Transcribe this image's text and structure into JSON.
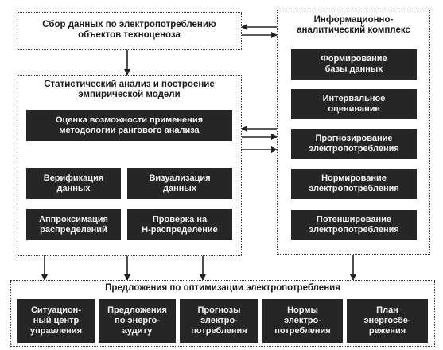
{
  "blocks": {
    "collect": "Сбор данных по электропотреблению\nобъектов техноценоза",
    "stat": {
      "title": "Статистический анализ и построение\nэмпирической модели",
      "assess": "Оценка возможности применения\nметодологии рангового анализа",
      "verify": "Верификация\nданных",
      "visual": "Визуализация\nданных",
      "approx": "Аппроксимация\nраспределений",
      "hcheck": "Проверка на\nН-распределение"
    },
    "info": {
      "title": "Информационно-\nаналитический комплекс",
      "items": [
        "Формирование\nбазы данных",
        "Интервальное\nоценивание",
        "Прогнозирование\nэлектропотребления",
        "Нормирование\nэлектропотребления",
        "Потенширование\nэлектропотребления"
      ]
    },
    "offers": {
      "title": "Предложения по оптимизации электропотребления",
      "items": [
        "Ситуацион-\nный центр\nуправления",
        "Предложения\nпо энерго-\nаудиту",
        "Прогнозы\nэлектро-\nпотребления",
        "Нормы\nэлектро-\nпотребления",
        "План\nэнергосбе-\nрежения"
      ]
    }
  }
}
